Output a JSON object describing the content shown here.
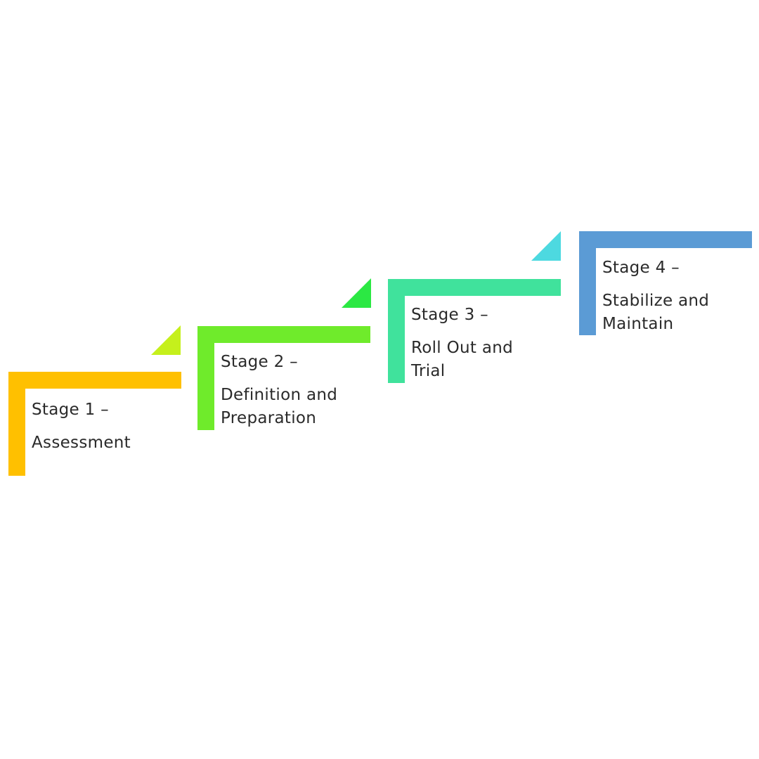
{
  "stages": [
    {
      "number_label": "Stage 1 –",
      "description_lines": [
        "Assessment"
      ],
      "bar_color": "#FFC000",
      "accent_color": "#C5F01C"
    },
    {
      "number_label": "Stage 2 –",
      "description_lines": [
        "Definition and",
        "Preparation"
      ],
      "bar_color": "#6FEB2B",
      "accent_color": "#2BE843"
    },
    {
      "number_label": "Stage 3 –",
      "description_lines": [
        "Roll Out and",
        "Trial"
      ],
      "bar_color": "#40E29C",
      "accent_color": "#4DD9E0"
    },
    {
      "number_label": "Stage 4 –",
      "description_lines": [
        "Stabilize and",
        "Maintain"
      ],
      "bar_color": "#5B9BD5"
    }
  ]
}
